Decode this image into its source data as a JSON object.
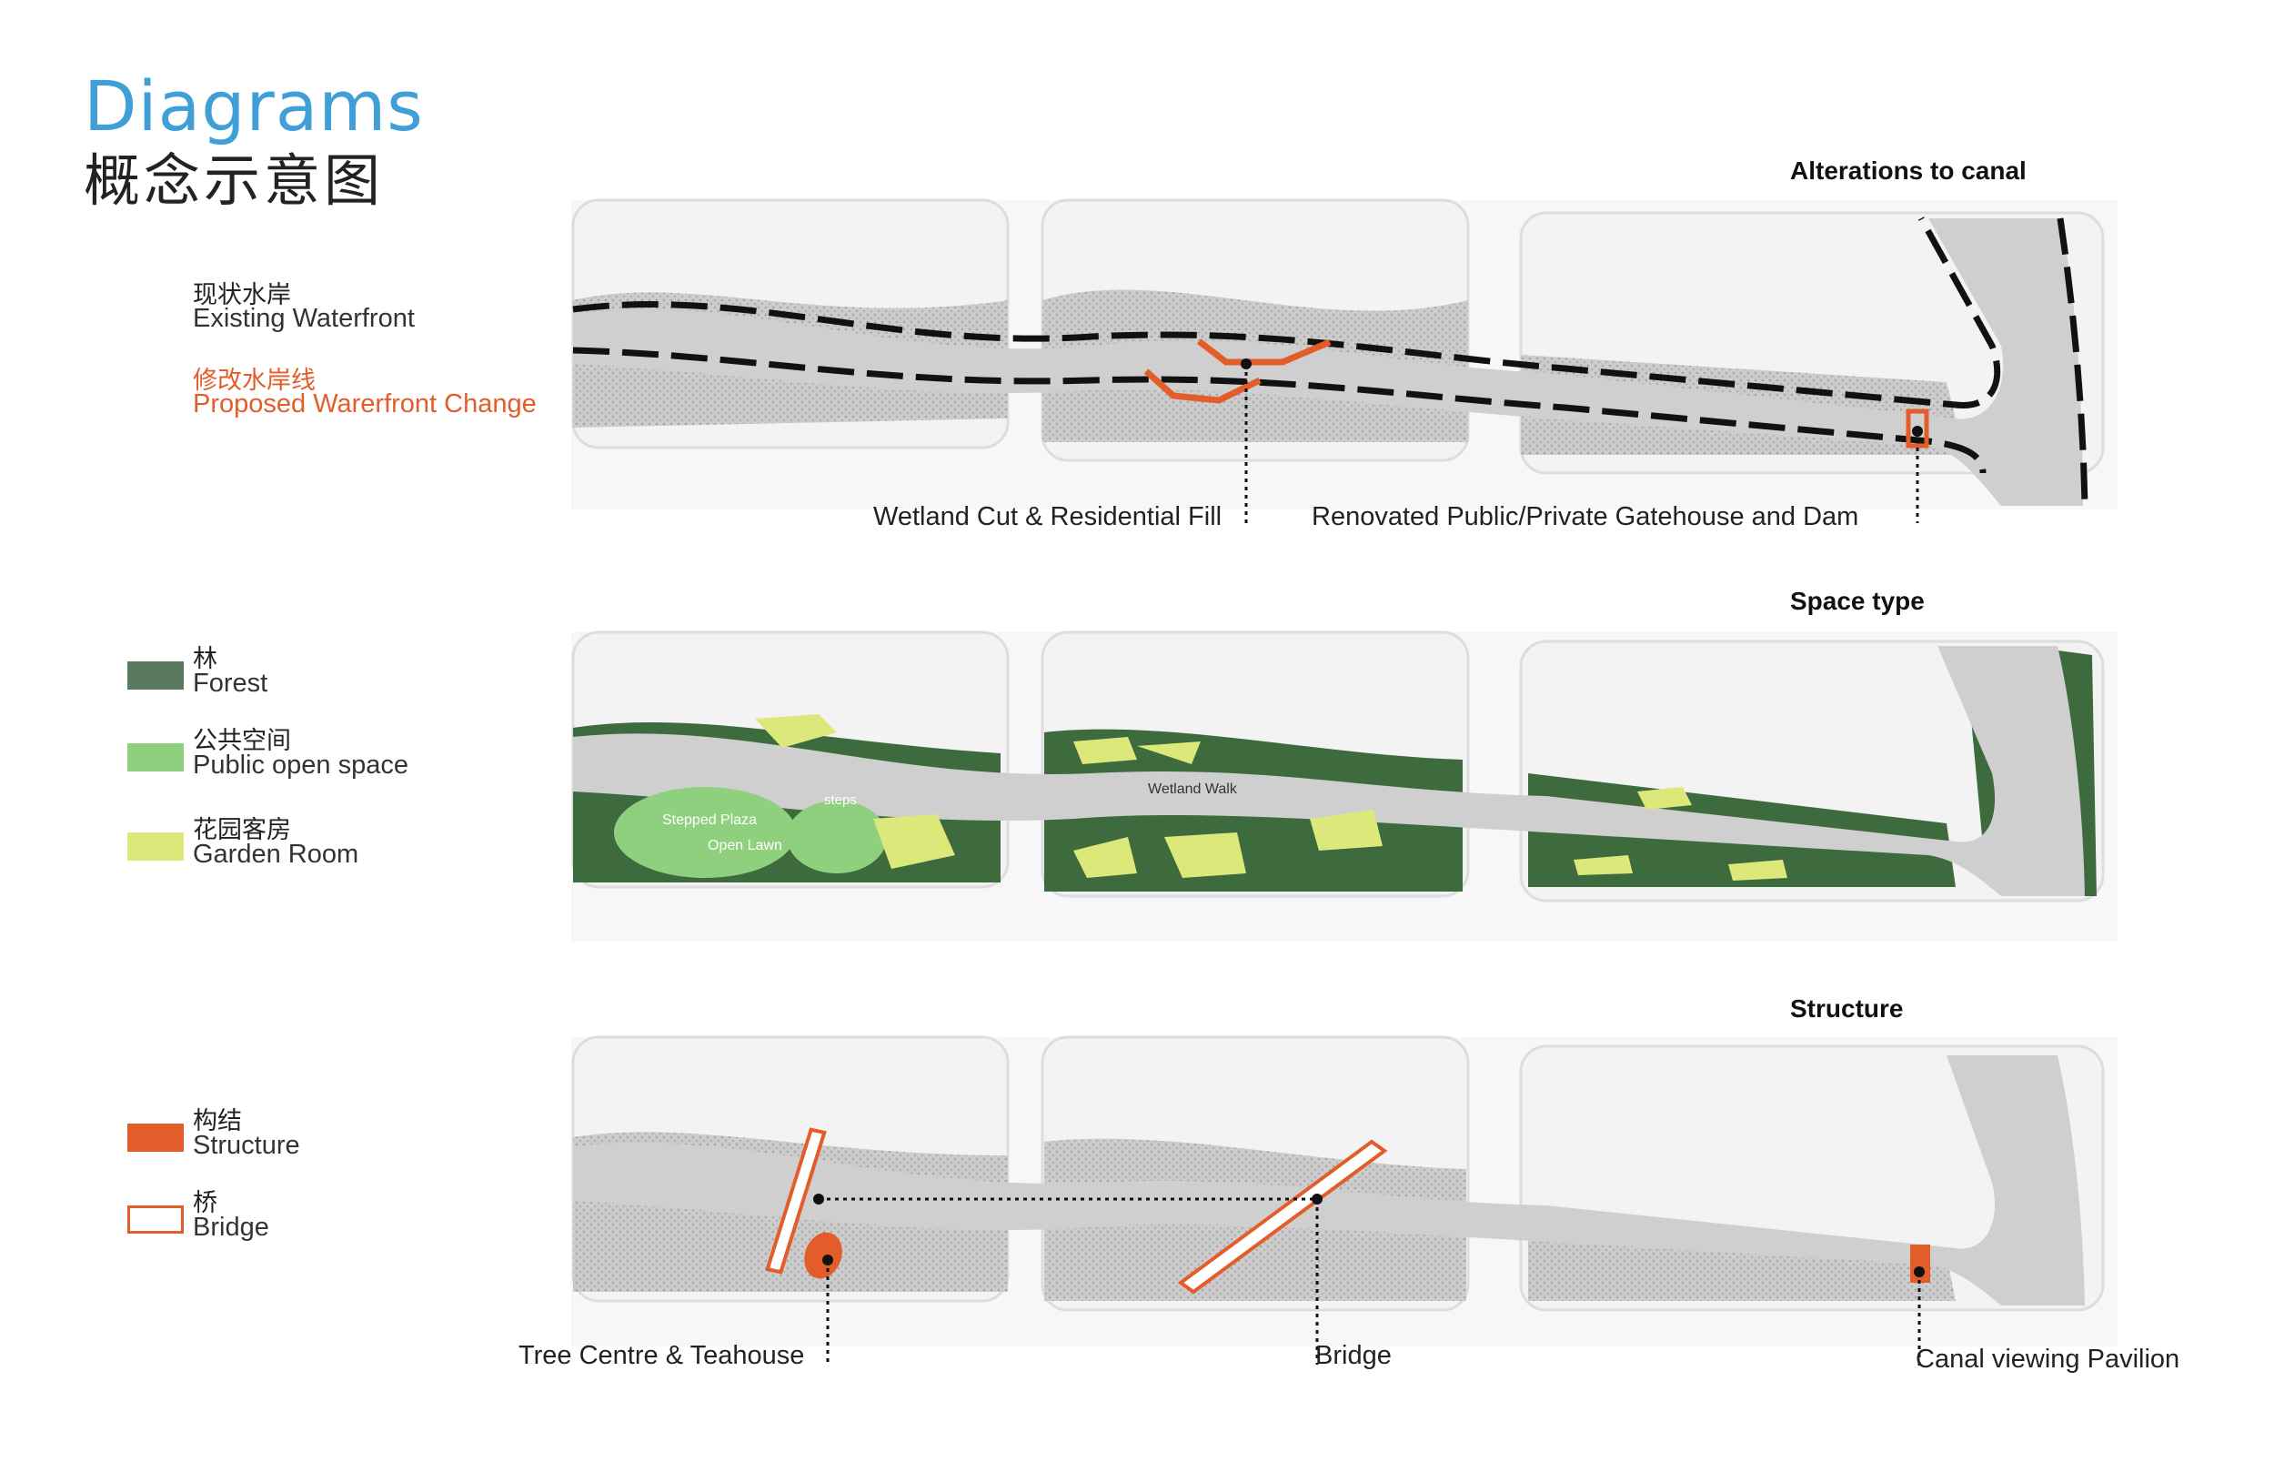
{
  "heading": {
    "title_en": "Diagrams",
    "title_cn": "概念示意图"
  },
  "sections": {
    "alterations": {
      "title": "Alterations to canal",
      "legend": [
        {
          "cn": "现状水岸",
          "en": "Existing Waterfront"
        },
        {
          "cn": "修改水岸线",
          "en": "Proposed Warerfront Change"
        }
      ],
      "callouts": [
        "Wetland Cut & Residential Fill",
        "Renovated Public/Private Gatehouse and Dam"
      ]
    },
    "space_type": {
      "title": "Space type",
      "legend": [
        {
          "cn": "林",
          "en": "Forest",
          "color": "#5a7a5f"
        },
        {
          "cn": "公共空间",
          "en": "Public open space",
          "color": "#8ed07e"
        },
        {
          "cn": "花园客房",
          "en": "Garden Room",
          "color": "#dde87a"
        }
      ],
      "map_labels": [
        "Stepped Plaza",
        "Open Lawn",
        "steps",
        "Wetland Walk"
      ]
    },
    "structure": {
      "title": "Structure",
      "legend": [
        {
          "cn": "构结",
          "en": "Structure",
          "color": "#e35d2a"
        },
        {
          "cn": "桥",
          "en": "Bridge",
          "color": "#e35d2a"
        }
      ],
      "callouts": [
        "Tree Centre & Teahouse",
        "Bridge",
        "Canal viewing Pavilion"
      ]
    }
  },
  "colors": {
    "accent_blue": "#3f9fd6",
    "orange": "#e35d2a",
    "forest": "#3d6b3e",
    "open_space": "#8ed07e",
    "garden_room": "#dde87a",
    "canal": "#cfcfcf",
    "block": "#efefef"
  }
}
